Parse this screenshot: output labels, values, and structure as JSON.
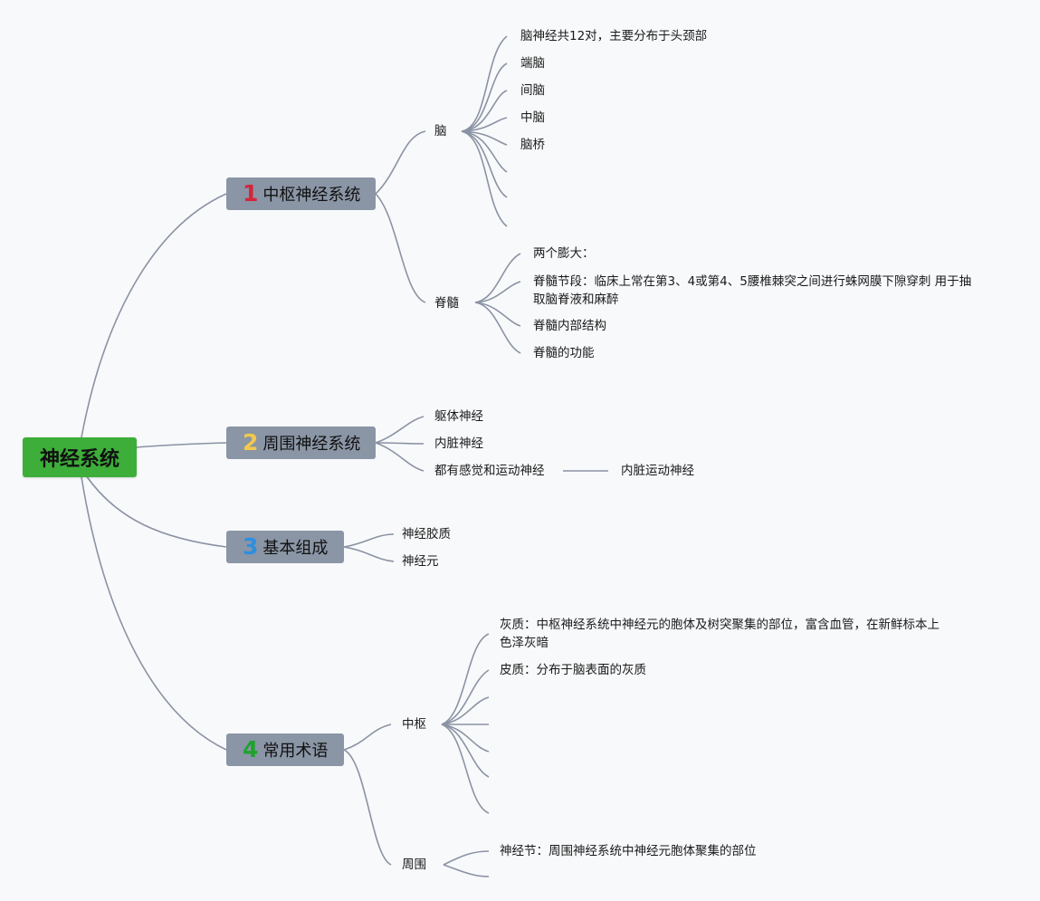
{
  "root": {
    "label": "神经系统",
    "color": "#3dae3a"
  },
  "branches": [
    {
      "num": "1",
      "num_color": "#d6243a",
      "label": "中枢神经系统"
    },
    {
      "num": "2",
      "num_color": "#f2c94c",
      "label": "周围神经系统"
    },
    {
      "num": "3",
      "num_color": "#2d8fe0",
      "label": "基本组成"
    },
    {
      "num": "4",
      "num_color": "#1fa22e",
      "label": "常用术语"
    }
  ],
  "b1": {
    "brain": {
      "label": "脑",
      "items": [
        "脑神经共12对，主要分布于头颈部",
        "端脑",
        "间脑",
        "中脑",
        "脑桥",
        "",
        "",
        ""
      ]
    },
    "spinal": {
      "label": "脊髓",
      "items": [
        "两个膨大：",
        "脊髓节段：临床上常在第3、4或第4、5腰椎棘突之间进行蛛网膜下隙穿刺 用于抽取脑脊液和麻醉",
        "脊髓内部结构",
        "脊髓的功能"
      ]
    }
  },
  "b2": {
    "items": [
      "躯体神经",
      "内脏神经",
      "都有感觉和运动神经"
    ],
    "sub": "内脏运动神经"
  },
  "b3": {
    "items": [
      "神经胶质",
      "神经元"
    ]
  },
  "b4": {
    "central": {
      "label": "中枢",
      "items": [
        "灰质：中枢神经系统中神经元的胞体及树突聚集的部位，富含血管，在新鲜标本上色泽灰暗",
        "皮质：分布于脑表面的灰质",
        "",
        "",
        "",
        "",
        ""
      ]
    },
    "peripheral": {
      "label": "周围",
      "items": [
        "神经节：周围神经系统中神经元胞体聚集的部位",
        ""
      ]
    }
  }
}
